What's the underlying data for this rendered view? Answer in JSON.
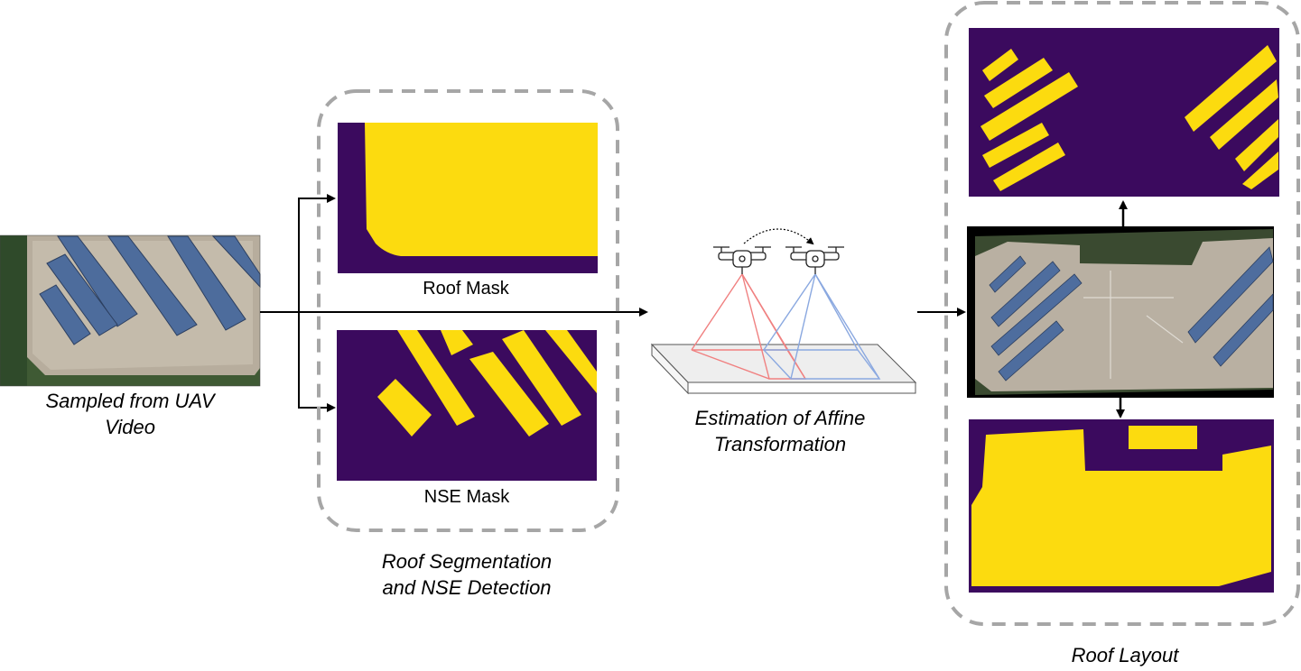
{
  "stages": {
    "input": {
      "caption_line1": "Sampled from UAV",
      "caption_line2": "Video"
    },
    "segmentation": {
      "roof_mask_label": "Roof Mask",
      "nse_mask_label": "NSE Mask",
      "caption_line1": "Roof Segmentation",
      "caption_line2": "and NSE Detection"
    },
    "affine": {
      "caption_line1": "Estimation of Affine",
      "caption_line2": "Transformation"
    },
    "layout": {
      "caption": "Roof Layout"
    }
  },
  "colors": {
    "mask_background": "#3b0a5e",
    "mask_foreground": "#fcdb0f",
    "dashed_border": "#a6a6a6",
    "arrow": "#000000",
    "ray_red": "#f08080",
    "ray_blue": "#8aa8e0",
    "roof_surface": "#b9b0a2",
    "solar_panel": "#4e6d9e"
  },
  "icons": [
    "drone-icon",
    "drone-icon",
    "curved-arrow-icon",
    "ground-plane-icon"
  ]
}
